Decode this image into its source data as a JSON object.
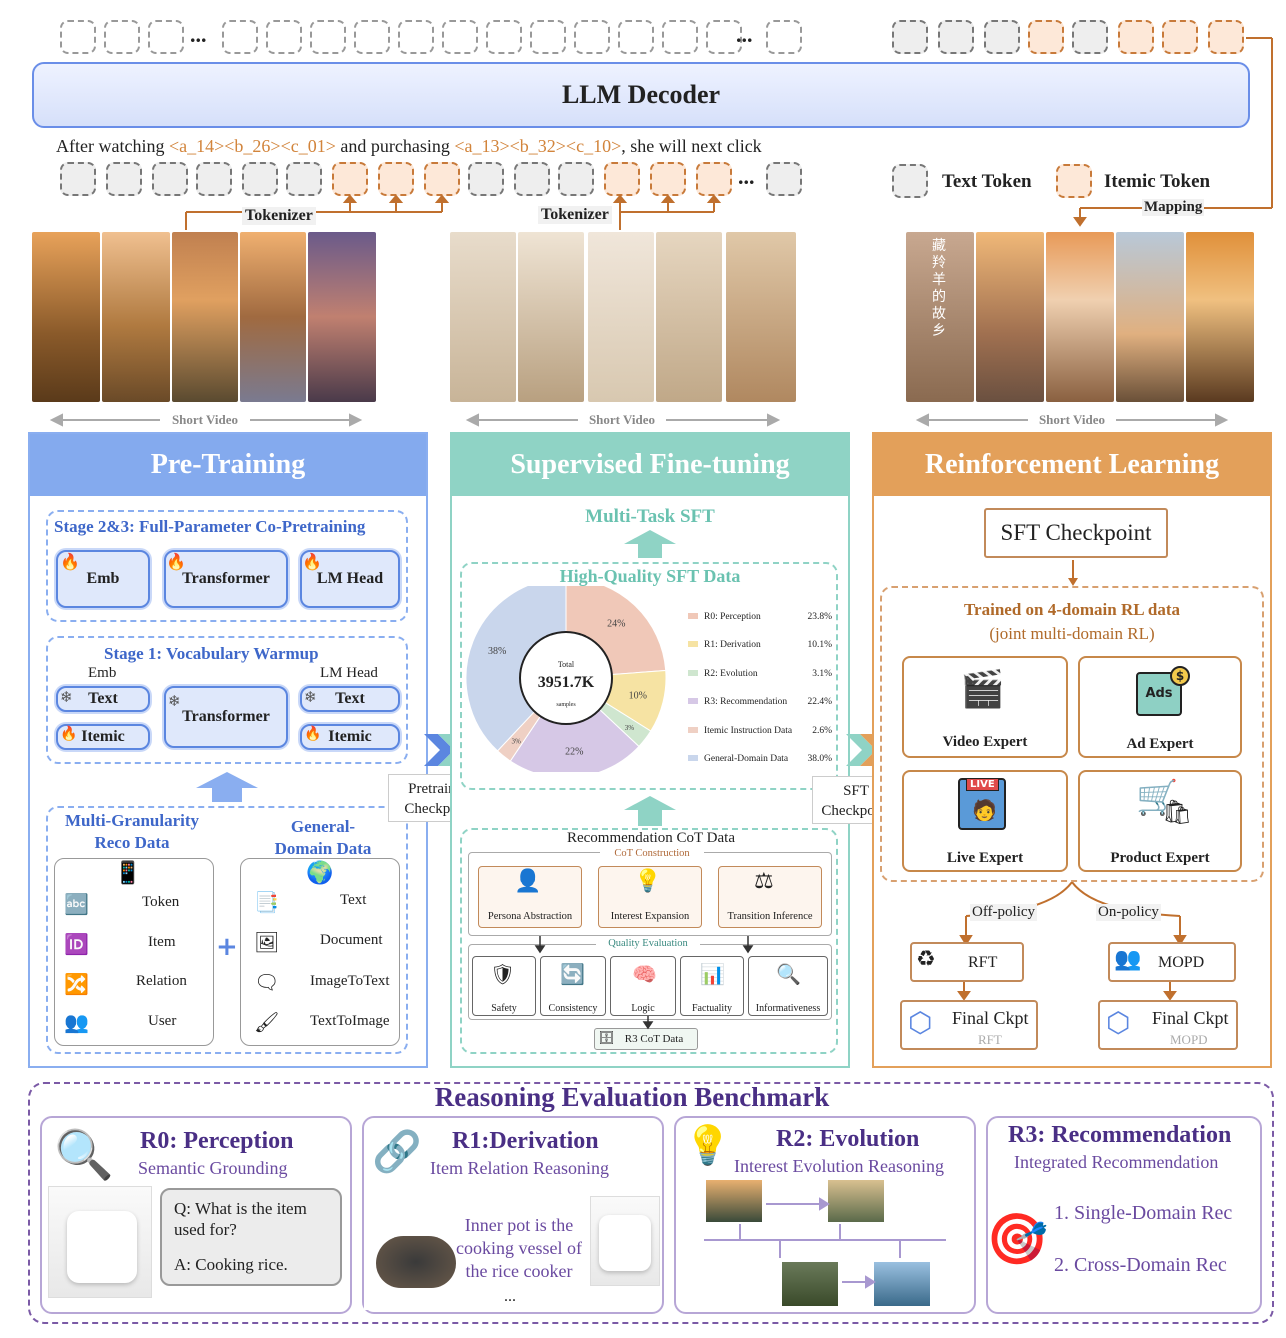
{
  "decoder": {
    "title": "LLM Decoder",
    "dots": "..."
  },
  "sentence": {
    "part1": "After watching ",
    "tok1": "<a_14><b_26><c_01>",
    "part2": " and purchasing ",
    "tok2": "<a_13><b_32><c_10>",
    "part3": ", she will next click"
  },
  "tokenizer_label": "Tokenizer",
  "legend": {
    "text_token": "Text Token",
    "itemic_token": "Itemic Token",
    "mapping": "Mapping"
  },
  "short_video": "Short Video",
  "video3_overlay": "藏羚羊的故乡",
  "pretraining": {
    "title": "Pre-Training",
    "stage23": "Stage 2&3: Full-Parameter Co-Pretraining",
    "emb": "Emb",
    "transformer": "Transformer",
    "lm_head": "LM Head",
    "stage1": "Stage 1: Vocabulary Warmup",
    "text": "Text",
    "itemic": "Itemic",
    "multi_gran": "Multi-Granularity\nReco Data",
    "general": "General-\nDomain Data",
    "reco_items": [
      "Token",
      "Item",
      "Relation",
      "User"
    ],
    "general_items": [
      "Text",
      "Document",
      "ImageToText",
      "TextToImage"
    ]
  },
  "pretrained_ckpt": "Pretrained\nCheckpoint",
  "sft": {
    "title": "Supervised Fine-tuning",
    "multi_task": "Multi-Task SFT",
    "hq_data": "High-Quality SFT Data",
    "total_label": "Total",
    "total_value": "3951.7K",
    "samples": "samples",
    "cot_title": "Recommendation CoT Data",
    "cot_construction": "CoT Construction",
    "cot_items": [
      "Persona Abstraction",
      "Interest Expansion",
      "Transition Inference"
    ],
    "quality_eval": "Quality Evaluation",
    "quality_items": [
      "Safety",
      "Consistency",
      "Logic",
      "Factuality",
      "Informativeness"
    ],
    "r3_cot": "R3 CoT Data"
  },
  "sft_ckpt": "SFT\nCheckpoint",
  "chart_data": {
    "type": "pie",
    "categories": [
      "R0: Perception",
      "R1: Derivation",
      "R2: Evolution",
      "R3: Recommendation",
      "Itemic Instruction Data",
      "General-Domain Data"
    ],
    "values": [
      23.8,
      10.1,
      3.1,
      22.4,
      2.6,
      38.0
    ],
    "value_labels": [
      "24%",
      "10%",
      "3%",
      "22%",
      "3%",
      "38%"
    ],
    "legend_values": [
      "23.8%",
      "10.1%",
      "3.1%",
      "22.4%",
      "2.6%",
      "38.0%"
    ],
    "colors": [
      "#f0c8b8",
      "#f6e3a3",
      "#cfe6cf",
      "#d6c8e6",
      "#efd0c4",
      "#c9d6ec"
    ],
    "legend": "right"
  },
  "rl": {
    "title": "Reinforcement Learning",
    "sft_ckpt": "SFT Checkpoint",
    "trained": "Trained on 4-domain RL data",
    "joint": "(joint multi-domain RL)",
    "experts": [
      "Video Expert",
      "Ad Expert",
      "Live Expert",
      "Product Expert"
    ],
    "ads_label": "Ads",
    "live_label": "LIVE",
    "off_policy": "Off-policy",
    "on_policy": "On-policy",
    "rft": "RFT",
    "mopd": "MOPD",
    "final_ckpt": "Final Ckpt",
    "final_rft": "RFT",
    "final_mopd": "MOPD"
  },
  "benchmark": {
    "title": "Reasoning Evaluation Benchmark",
    "r0_title": "R0: Perception",
    "r0_sub": "Semantic Grounding",
    "r0_q": "Q: What is the item used for?",
    "r0_a": "A: Cooking rice.",
    "r1_title": "R1:Derivation",
    "r1_sub": "Item Relation Reasoning",
    "r1_text": "Inner pot is the cooking vessel of the rice cooker",
    "r1_dots": "...",
    "r2_title": "R2: Evolution",
    "r2_sub": "Interest Evolution Reasoning",
    "r3_title": "R3: Recommendation",
    "r3_sub": "Integrated Recommendation",
    "r3_item1": "1. Single-Domain Rec",
    "r3_item2": "2. Cross-Domain Rec"
  },
  "colors": {
    "blue": "#7fa6ee",
    "teal": "#8fd3c5",
    "orange": "#e3a05a",
    "purple": "#4a2f85"
  }
}
